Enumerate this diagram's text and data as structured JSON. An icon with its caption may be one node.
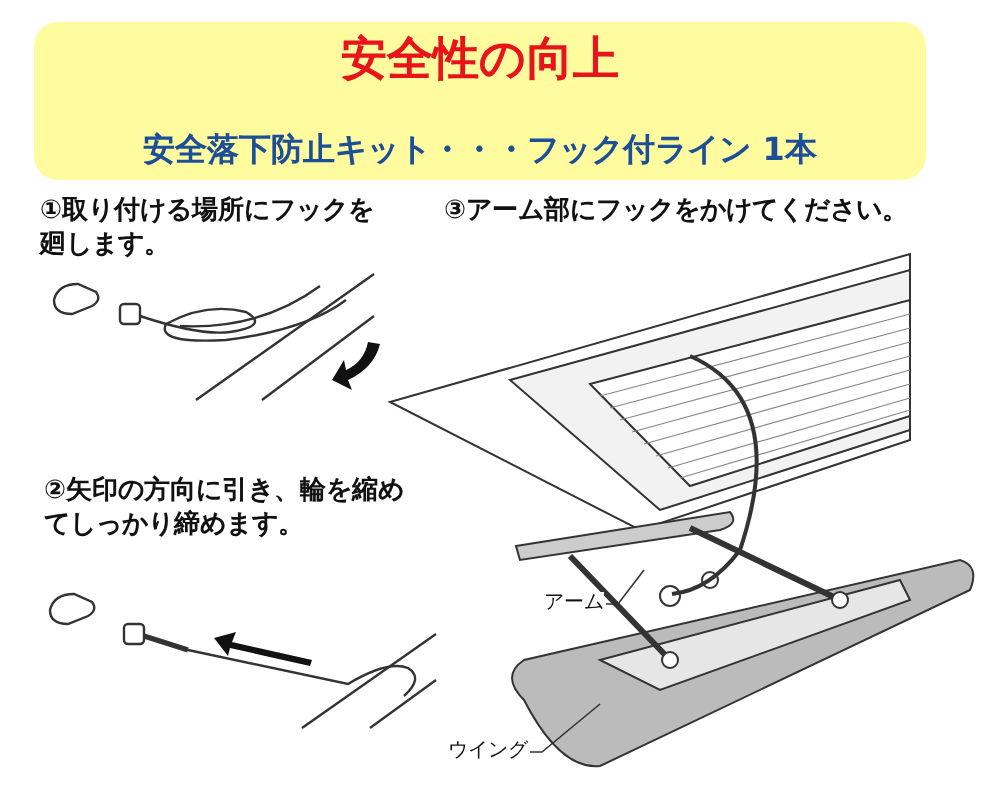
{
  "diagram": {
    "nodes": [
      {
        "text": [
          "安全性の向上",
          "安全落下防止キット・・・フック付ライン 1本"
        ]
      },
      {
        "text": [
          "アーム"
        ]
      },
      {
        "text": [
          "ウイング"
        ]
      }
    ],
    "edges": [
      {
        "from": 1,
        "to": null,
        "arrow": "none"
      },
      {
        "from": 2,
        "to": null,
        "arrow": "none"
      }
    ],
    "labels": [
      "①取り付ける場所にフックを廻します。",
      "③アーム部にフックをかけてください。",
      "②矢印の方向に引き、輪を縮めてしっかり締めます。"
    ]
  }
}
